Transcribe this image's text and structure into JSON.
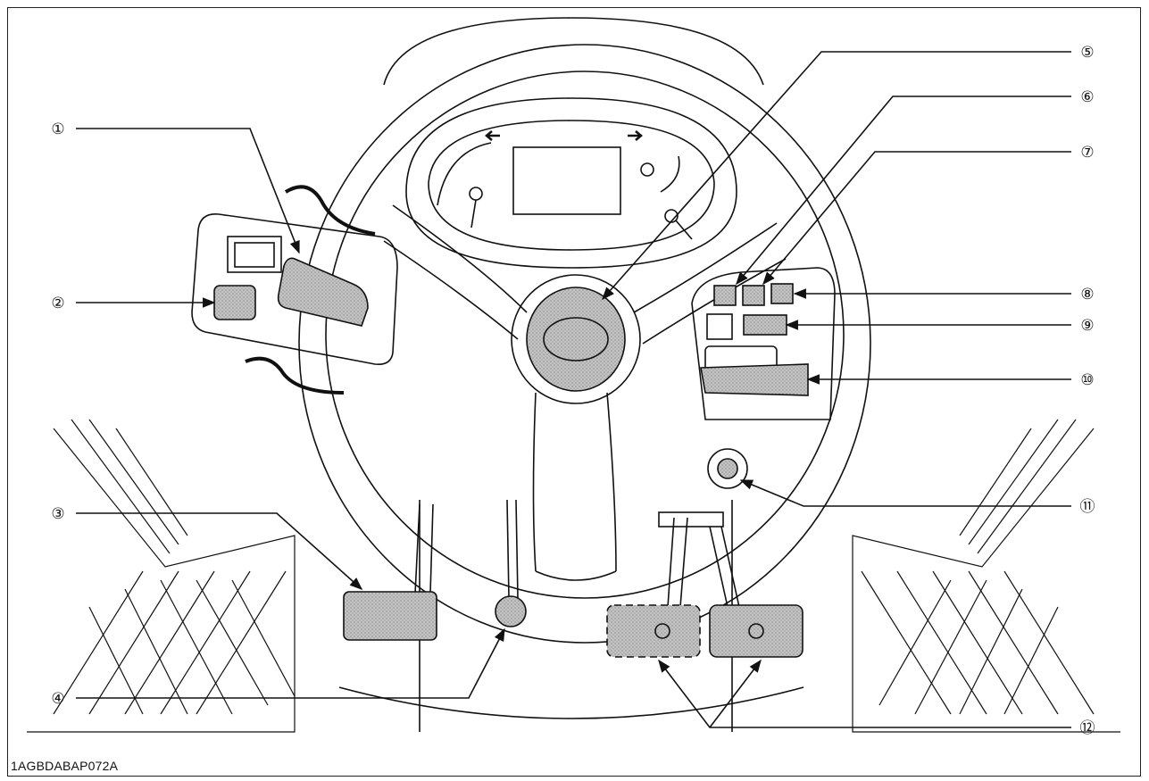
{
  "figure": {
    "code": "1AGBDABAP072A",
    "colors": {
      "line": "#111111",
      "highlight": "#b9b9b9",
      "background": "#ffffff"
    }
  },
  "callouts": [
    {
      "label": "①",
      "part": "highlighted-control-1"
    },
    {
      "label": "②",
      "part": "highlighted-control-2"
    },
    {
      "label": "③",
      "part": "highlighted-pedal-3"
    },
    {
      "label": "④",
      "part": "highlighted-pedal-4"
    },
    {
      "label": "⑤",
      "part": "highlighted-control-5"
    },
    {
      "label": "⑥",
      "part": "highlighted-control-6"
    },
    {
      "label": "⑦",
      "part": "highlighted-control-7"
    },
    {
      "label": "⑧",
      "part": "highlighted-control-8"
    },
    {
      "label": "⑨",
      "part": "highlighted-control-9"
    },
    {
      "label": "⑩",
      "part": "highlighted-control-10"
    },
    {
      "label": "⑪",
      "part": "highlighted-control-11"
    },
    {
      "label": "⑫",
      "part": "highlighted-pedals-12"
    }
  ]
}
